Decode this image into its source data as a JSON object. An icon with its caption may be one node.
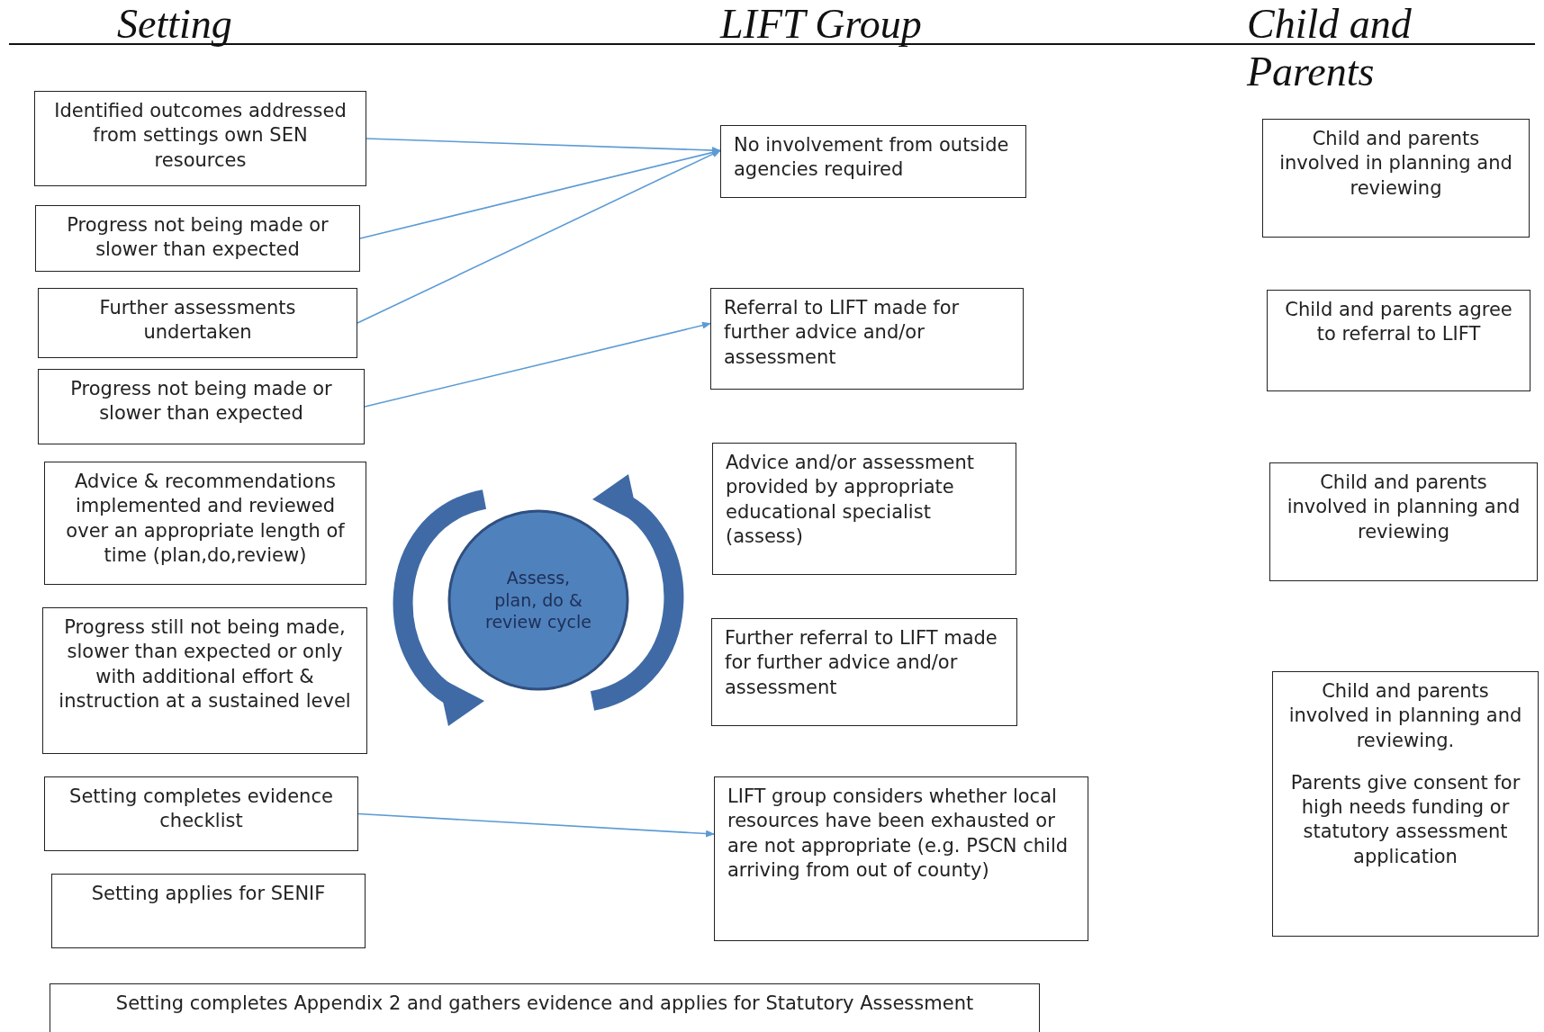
{
  "diagram": {
    "nodes": [
      {
        "text": [
          "Identified outcomes addressed from settings own SEN resources"
        ]
      },
      {
        "text": [
          "Progress not being made or slower than expected"
        ]
      },
      {
        "text": [
          "Further assessments undertaken"
        ]
      },
      {
        "text": [
          "Progress not being made or slower than expected"
        ]
      },
      {
        "text": [
          "Advice & recommendations implemented and reviewed over an appropriate length of time (plan,do,review)"
        ]
      },
      {
        "text": [
          "Progress still not being made, slower than expected or only with additional effort & instruction at a sustained level"
        ]
      },
      {
        "text": [
          "Setting completes evidence checklist"
        ]
      },
      {
        "text": [
          "Setting applies for SENIF"
        ]
      },
      {
        "text": [
          "Setting completes Appendix 2 and gathers evidence and applies for Statutory Assessment"
        ]
      },
      {
        "text": [
          "No involvement from outside agencies required"
        ]
      },
      {
        "text": [
          "Referral to LIFT made for further advice and/or assessment"
        ]
      },
      {
        "text": [
          "Advice and/or assessment provided by appropriate educational specialist (assess)"
        ]
      },
      {
        "text": [
          "Further referral to LIFT made for further advice and/or assessment"
        ]
      },
      {
        "text": [
          "LIFT group considers whether local resources have been exhausted or are not appropriate (e.g. PSCN child arriving from out of county)"
        ]
      },
      {
        "text": [
          "Child and parents involved in planning and reviewing"
        ]
      },
      {
        "text": [
          "Child and parents agree to referral to LIFT"
        ]
      },
      {
        "text": [
          "Child and parents involved in planning and reviewing"
        ]
      },
      {
        "text": [
          "Child and parents involved in planning and reviewing.",
          "Parents give consent for high needs funding or statutory assessment application"
        ]
      },
      {
        "text": [
          "Assess, plan, do & review cycle"
        ]
      }
    ],
    "edges": [
      {
        "from": 0,
        "to": 9,
        "arrow": "to"
      },
      {
        "from": 1,
        "to": 9,
        "arrow": "to"
      },
      {
        "from": 2,
        "to": 9,
        "arrow": "to"
      },
      {
        "from": 3,
        "to": 10,
        "arrow": "to"
      },
      {
        "from": 6,
        "to": 13,
        "arrow": "to"
      }
    ],
    "labels": [
      "Setting",
      "LIFT Group",
      "Child and Parents"
    ]
  }
}
